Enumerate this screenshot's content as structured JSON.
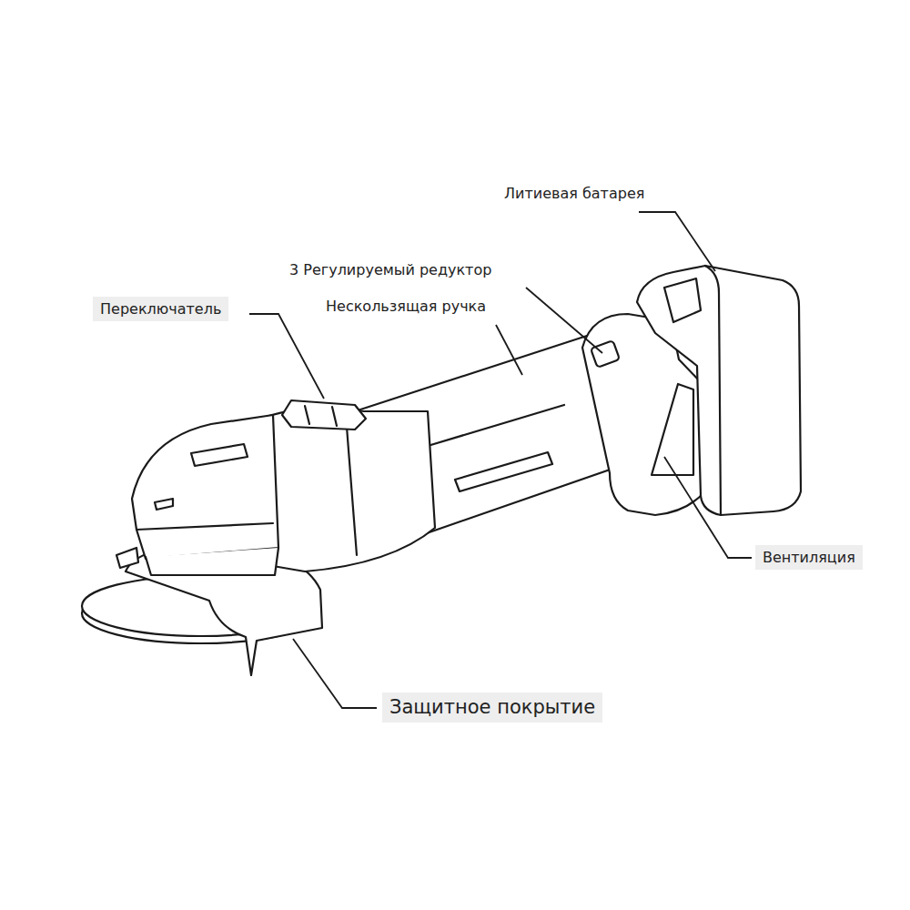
{
  "diagram": {
    "labels": [
      "Литиевая батарея",
      "3 Регулируемый редуктор",
      "Переключатель",
      "Нескользящая ручка",
      "Вентиляция",
      "Защитное покрытие"
    ]
  }
}
